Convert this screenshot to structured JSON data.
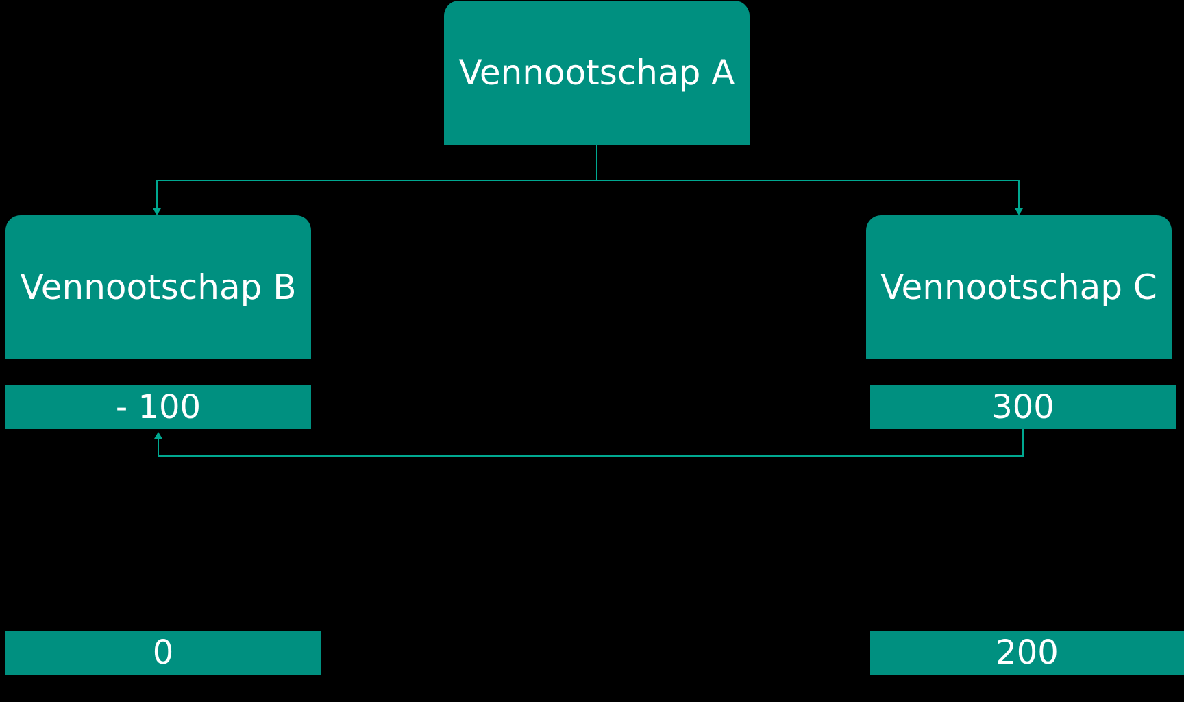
{
  "colors": {
    "background": "#000000",
    "box_fill": "#009080",
    "connector": "#00a890",
    "text": "#ffffff"
  },
  "diagram": {
    "nodes": {
      "a": {
        "label": "Vennootschap A"
      },
      "b": {
        "label": "Vennootschap B"
      },
      "c": {
        "label": "Vennootschap C"
      }
    },
    "values": {
      "b_before": "- 100",
      "c_before": "300",
      "b_after": "0",
      "c_after": "200"
    },
    "edges": [
      {
        "from": "Vennootschap A",
        "to": "Vennootschap B",
        "type": "arrow"
      },
      {
        "from": "Vennootschap A",
        "to": "Vennootschap C",
        "type": "arrow"
      },
      {
        "from": "300",
        "to": "- 100",
        "type": "arrow"
      }
    ]
  }
}
